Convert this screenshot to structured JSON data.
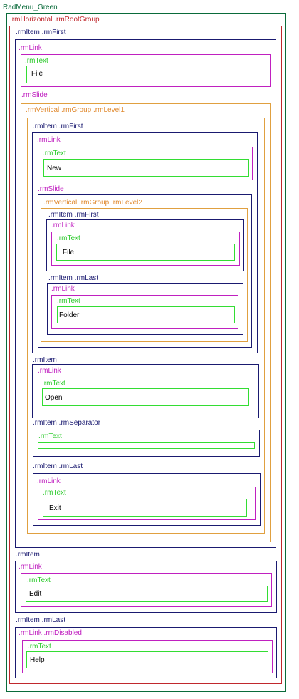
{
  "labels": {
    "root": "RadMenu_Green",
    "horizontal": ".rmHorizontal .rmRootGroup",
    "item_first": ".rmItem .rmFirst",
    "item": ".rmItem",
    "item_last": ".rmItem .rmLast",
    "item_separator": ".rmItem .rmSeparator",
    "link": ".rmLink",
    "link_disabled": ".rmLink .rmDisabled",
    "text": ".rmText",
    "slide": ".rmSlide",
    "vertical_level1": ".rmVertical .rmGroup .rmLevel1",
    "vertical_level2": ".rmVertical .rmGroup .rmLevel2"
  },
  "menu": {
    "file": "File",
    "new": "New",
    "new_file": "File",
    "new_folder": "Folder",
    "open": "Open",
    "exit": "Exit",
    "edit": "Edit",
    "help": "Help"
  }
}
